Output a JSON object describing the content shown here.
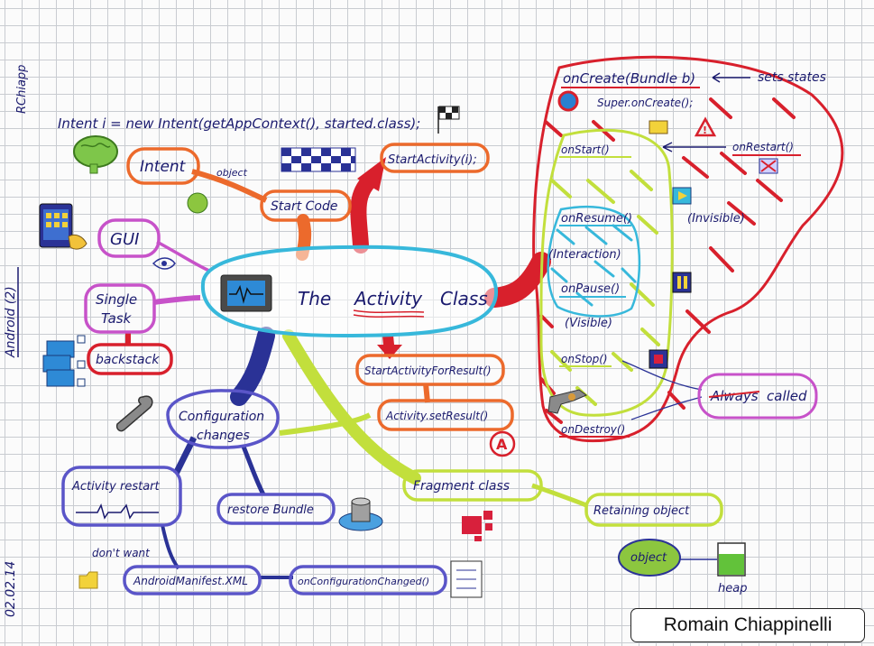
{
  "margin": {
    "author_tag": "RChiapp",
    "series": "Android (2)",
    "date": "02.02.14"
  },
  "central": {
    "title_pre": "The",
    "title_emph": "Activity",
    "title_post": "Class"
  },
  "code": {
    "intent_line": "Intent i = new Intent(getAppContext(), started.class);"
  },
  "start_branch": {
    "intent": "Intent",
    "object": "object",
    "start_code": "Start Code",
    "start_activity": "StartActivity(i);"
  },
  "result_branch": {
    "start_for_result": "StartActivityForResult()",
    "set_result": "Activity.setResult()",
    "badge": "A"
  },
  "left_branch": {
    "gui": "GUI",
    "single_task_1": "Single",
    "single_task_2": "Task",
    "backstack": "backstack"
  },
  "config_branch": {
    "config_1": "Configuration",
    "config_2": "changes",
    "activity_restart": "Activity restart",
    "restore_bundle": "restore Bundle",
    "dont_want": "don't want",
    "manifest": "AndroidManifest.XML",
    "on_config_changed": "onConfigurationChanged()"
  },
  "fragment_branch": {
    "fragment_class": "Fragment class",
    "retaining_object": "Retaining object",
    "object": "object",
    "heap": "heap"
  },
  "lifecycle": {
    "on_create": "onCreate(Bundle b)",
    "sets_states": "sets states",
    "super_on_create": "Super.onCreate();",
    "on_start": "onStart()",
    "on_restart": "onRestart()",
    "invisible": "(Invisible)",
    "on_resume": "onResume()",
    "interaction": "(Interaction)",
    "on_pause": "onPause()",
    "visible": "(Visible)",
    "on_stop": "onStop()",
    "on_destroy": "onDestroy()",
    "always_struck": "Always",
    "called": "called"
  },
  "credit": "Romain Chiappinelli",
  "colors": {
    "cyan": "#37b8db",
    "red": "#d8202c",
    "orange": "#ec6a2c",
    "navy": "#2a3296",
    "lime": "#c2df3c",
    "magenta": "#c752c9",
    "ink": "#1a1a6e"
  }
}
